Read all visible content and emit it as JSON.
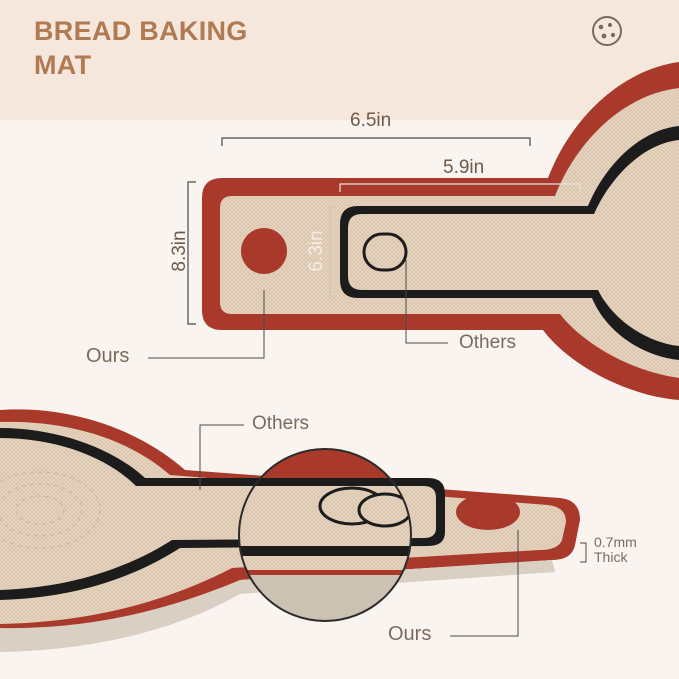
{
  "title": "BREAD BAKING MAT",
  "icon": "cookie-icon",
  "dimensions": {
    "length_ours": "6.5in",
    "length_others": "5.9in",
    "height_ours": "8.3in",
    "height_others": "6.3in"
  },
  "callouts": {
    "top_ours": "Ours",
    "top_others": "Others",
    "bottom_others": "Others",
    "bottom_ours": "Ours"
  },
  "thickness": {
    "value": "0.7mm",
    "label": "Thick"
  },
  "colors": {
    "header_band": "#f6e7dc",
    "title": "#b07a52",
    "mat_red": "#a93a2b",
    "mat_beige": "#e8d6c2",
    "others_black": "#1c1c1c"
  }
}
